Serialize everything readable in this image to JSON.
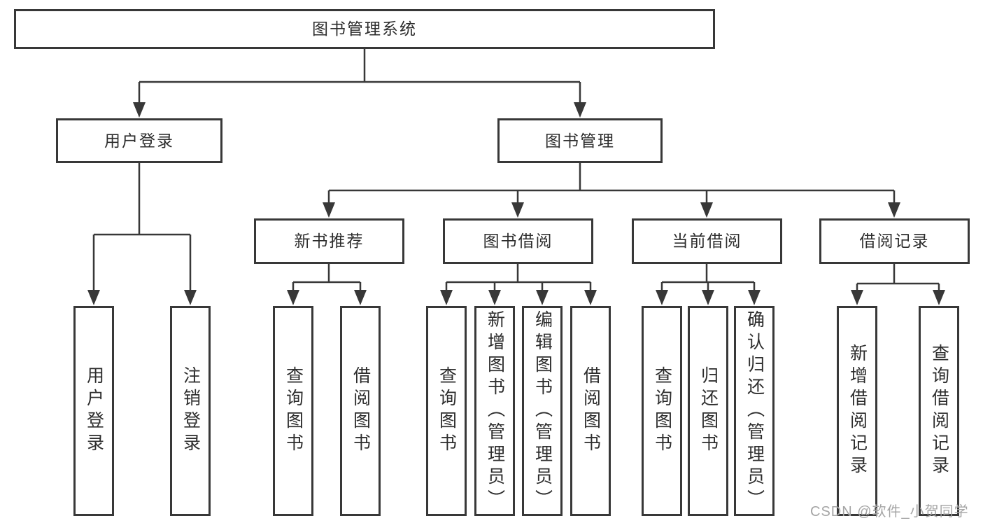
{
  "colors": {
    "line": "#383838",
    "node_border": "#383838",
    "text": "#2d2d2d",
    "watermark": "#a5a5a5",
    "background": "#ffffff"
  },
  "tree": {
    "root": {
      "label": "图书管理系统"
    },
    "level2": [
      {
        "label": "用户登录",
        "children": [
          {
            "label": "用户登录"
          },
          {
            "label": "注销登录"
          }
        ]
      },
      {
        "label": "图书管理",
        "children": [
          {
            "label": "新书推荐",
            "children": [
              {
                "label": "查询图书"
              },
              {
                "label": "借阅图书"
              }
            ]
          },
          {
            "label": "图书借阅",
            "children": [
              {
                "label": "查询图书"
              },
              {
                "label": "新增图书（管理员）"
              },
              {
                "label": "编辑图书（管理员）"
              },
              {
                "label": "借阅图书"
              }
            ]
          },
          {
            "label": "当前借阅",
            "children": [
              {
                "label": "查询图书"
              },
              {
                "label": "归还图书"
              },
              {
                "label": "确认归还（管理员）"
              }
            ]
          },
          {
            "label": "借阅记录",
            "children": [
              {
                "label": "新增借阅记录"
              },
              {
                "label": "查询借阅记录"
              }
            ]
          }
        ]
      }
    ]
  },
  "watermark": {
    "text": "CSDN @软件_小贺同学"
  }
}
